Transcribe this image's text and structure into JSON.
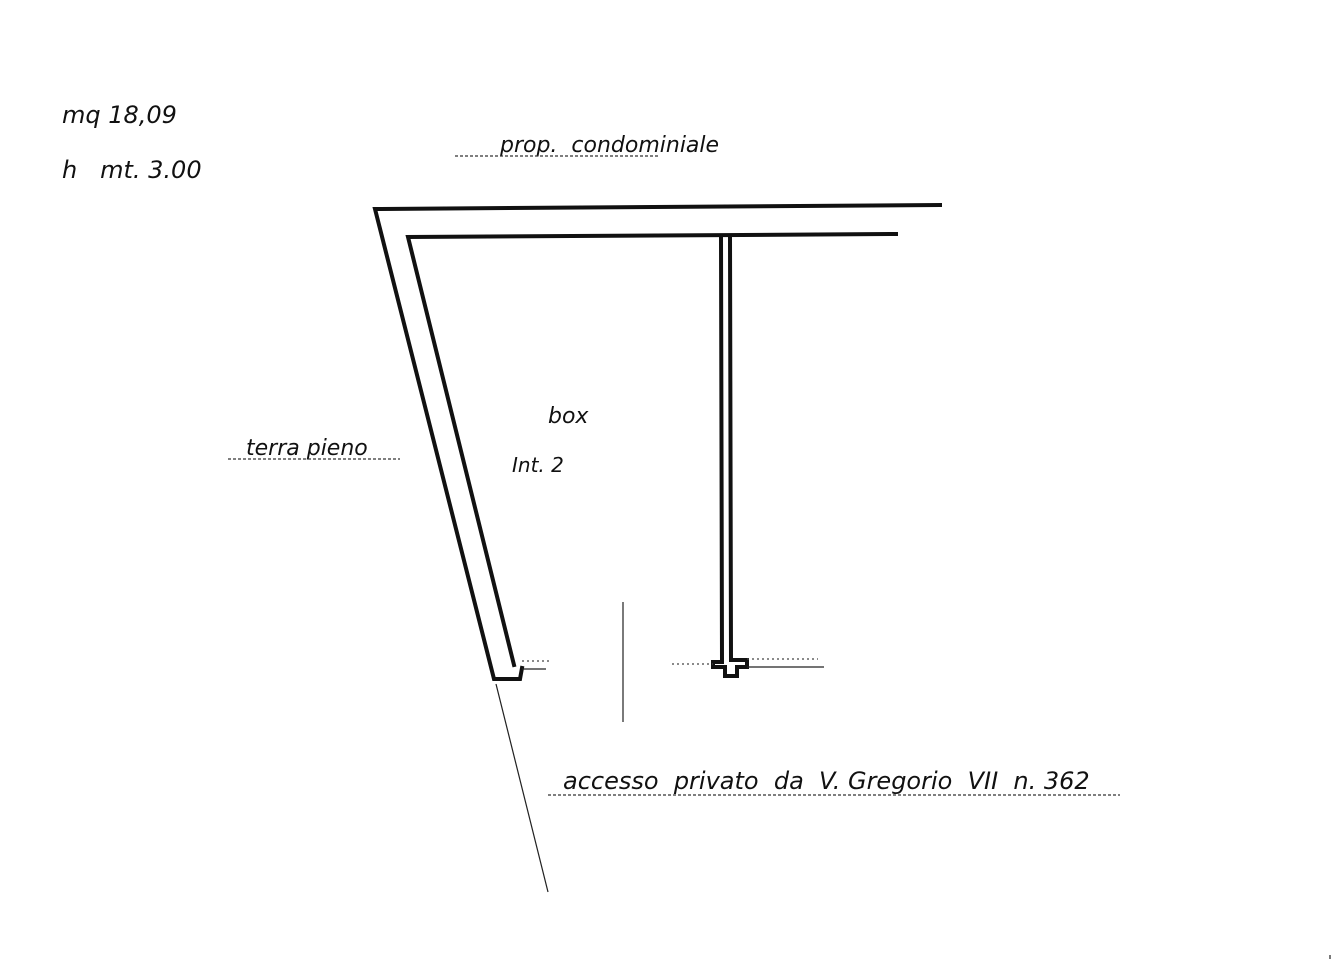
{
  "plan": {
    "area": "mq 18,09",
    "height": "h   mt. 3.00",
    "north_label": "prop.  condominiale",
    "west_label": "terra pieno",
    "room_name": "box",
    "room_number": "Int. 2",
    "access_label": "accesso  privato  da  V. Gregorio  VII  n. 362"
  },
  "colors": {
    "ink": "#111111",
    "paper": "#ffffff"
  }
}
